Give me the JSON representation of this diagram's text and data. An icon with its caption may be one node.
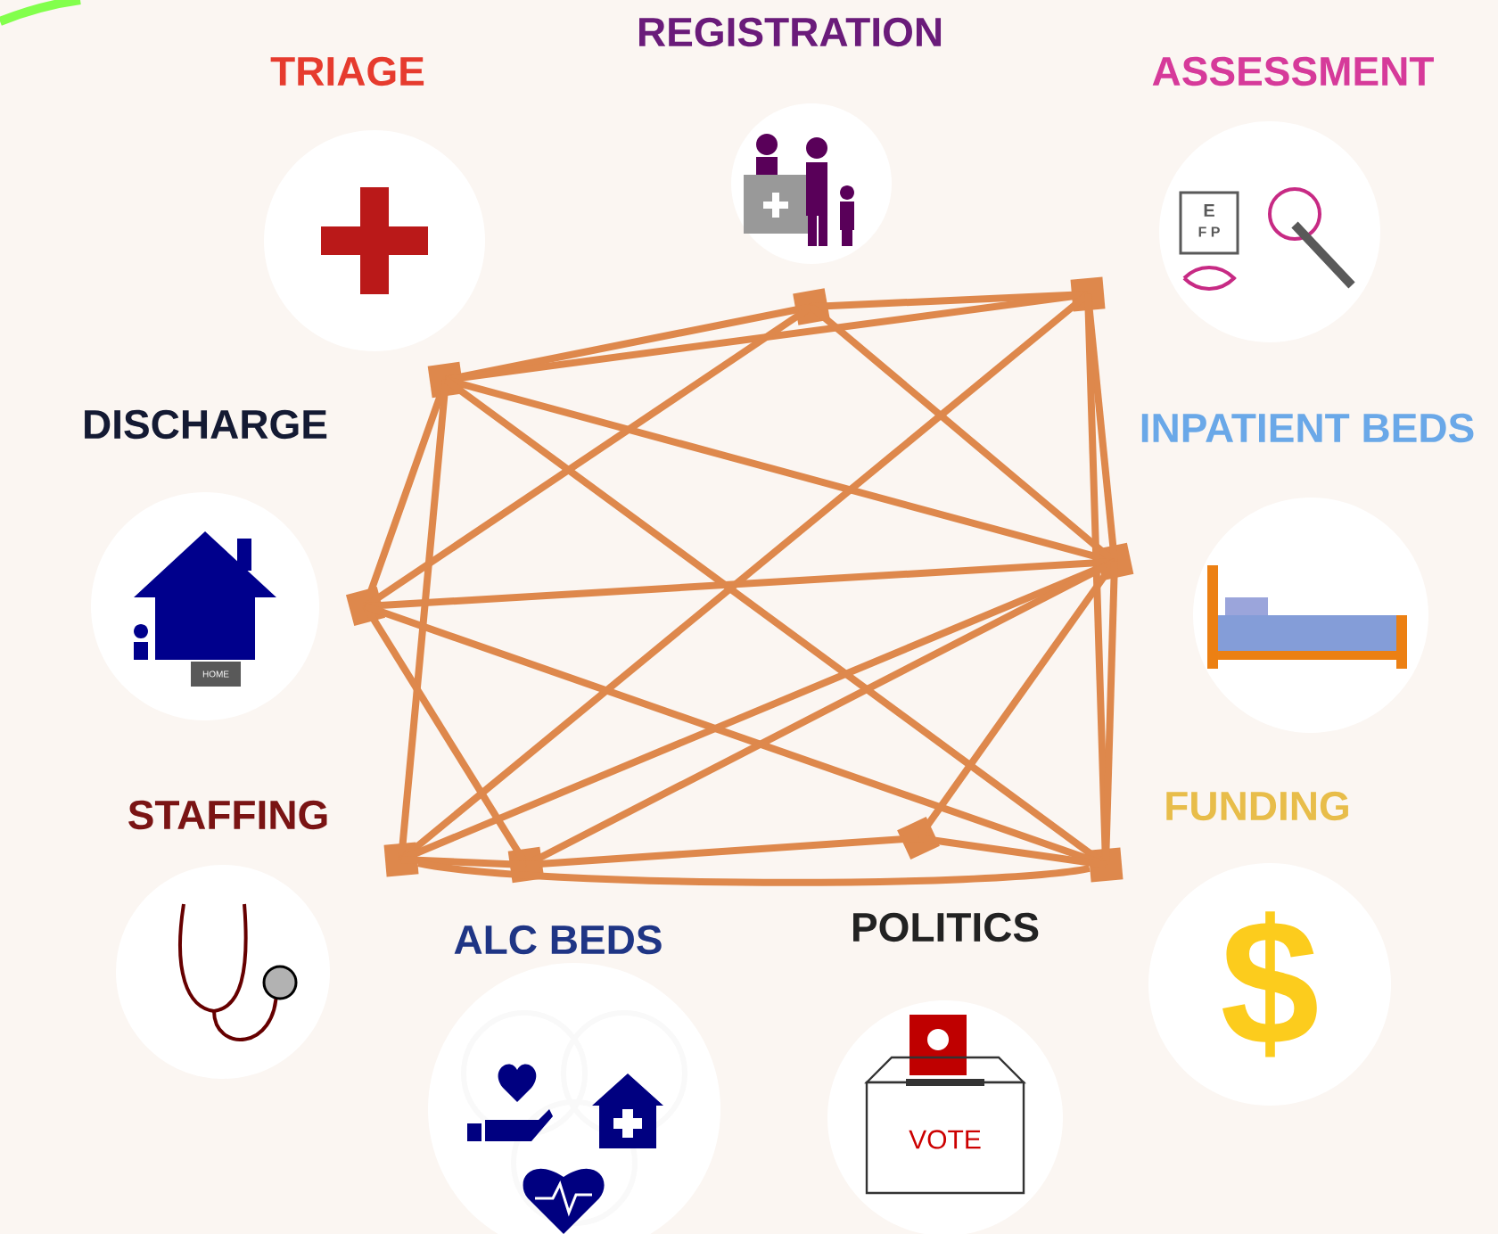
{
  "diagram": {
    "nodes": [
      {
        "text": [
          "TRIAGE"
        ]
      },
      {
        "text": [
          "REGISTRATION"
        ]
      },
      {
        "text": [
          "ASSESSMENT",
          "E",
          "F P"
        ]
      },
      {
        "text": [
          "DISCHARGE",
          "HOME"
        ]
      },
      {
        "text": [
          "INPATIENT BEDS"
        ]
      },
      {
        "text": [
          "STAFFING"
        ]
      },
      {
        "text": [
          "ALC BEDS"
        ]
      },
      {
        "text": [
          "POLITICS",
          "VOTE"
        ]
      },
      {
        "text": [
          "FUNDING",
          "$"
        ]
      },
      {
        "text": [],
        "shape": "box"
      },
      {
        "text": [],
        "shape": "box"
      },
      {
        "text": [],
        "shape": "box"
      },
      {
        "text": [],
        "shape": "box"
      },
      {
        "text": [],
        "shape": "box"
      },
      {
        "text": [],
        "shape": "box"
      },
      {
        "text": [],
        "shape": "box"
      },
      {
        "text": [],
        "shape": "box"
      },
      {
        "text": [],
        "shape": "box"
      }
    ],
    "edges": [
      {
        "from": 9,
        "to": 10,
        "arrow": "none"
      },
      {
        "from": 9,
        "to": 11,
        "arrow": "none"
      },
      {
        "from": 9,
        "to": 12,
        "arrow": "none"
      },
      {
        "from": 9,
        "to": 13,
        "arrow": "none"
      },
      {
        "from": 9,
        "to": 14,
        "arrow": "none"
      },
      {
        "from": 9,
        "to": 17,
        "arrow": "none"
      },
      {
        "from": 10,
        "to": 11,
        "arrow": "none"
      },
      {
        "from": 10,
        "to": 12,
        "arrow": "none"
      },
      {
        "from": 10,
        "to": 13,
        "arrow": "none"
      },
      {
        "from": 11,
        "to": 13,
        "arrow": "none"
      },
      {
        "from": 11,
        "to": 14,
        "arrow": "none"
      },
      {
        "from": 11,
        "to": 17,
        "arrow": "none"
      },
      {
        "from": 12,
        "to": 13,
        "arrow": "none"
      },
      {
        "from": 12,
        "to": 15,
        "arrow": "none"
      },
      {
        "from": 12,
        "to": 17,
        "arrow": "none"
      },
      {
        "from": 13,
        "to": 14,
        "arrow": "none"
      },
      {
        "from": 13,
        "to": 15,
        "arrow": "none"
      },
      {
        "from": 13,
        "to": 16,
        "arrow": "none"
      },
      {
        "from": 13,
        "to": 17,
        "arrow": "none"
      },
      {
        "from": 14,
        "to": 15,
        "arrow": "none"
      },
      {
        "from": 14,
        "to": 17,
        "arrow": "none"
      },
      {
        "from": 15,
        "to": 16,
        "arrow": "none"
      },
      {
        "from": 16,
        "to": 17,
        "arrow": "none"
      }
    ]
  }
}
